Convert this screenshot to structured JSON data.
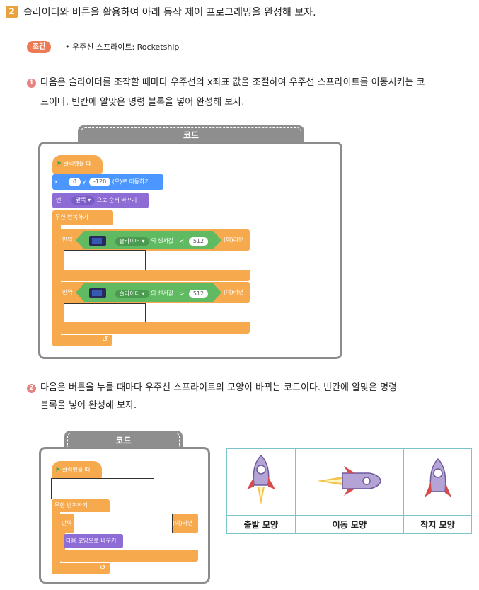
{
  "question": {
    "number": "2",
    "title": "슬라이더와 버튼을 활용하여 아래 동작 제어 프로그래밍을 완성해 보자."
  },
  "condition": {
    "tag": "조건",
    "text": "• 우주선 스프라이트: Rocketship"
  },
  "part1": {
    "number": "1",
    "line1": "다음은 슬라이더를 조작할 때마다 우주선의 x좌표 값을 조절하여 우주선 스프라이트를 이동시키는 코",
    "line2": "드이다. 빈칸에 알맞은 명령 블록을 넣어 완성해 보자.",
    "code_tab": "코드",
    "blocks": {
      "when_flag": "클릭했을 때",
      "goto_x_label": "x:",
      "goto_x_val": "0",
      "goto_y_label": "y:",
      "goto_y_val": "-120",
      "goto_suffix": "(으)로 이동하기",
      "layer_prefix": "맨",
      "layer_drop": "앞쪽 ▾",
      "layer_suffix": "으로 순서 바꾸기",
      "forever": "무한 반복하기",
      "if1_prefix": "만약",
      "if1_sensor": "슬라이더 ▾",
      "if1_mid": "의 센서값",
      "if1_op": "<",
      "if1_val": "512",
      "if1_suffix": "(이)라면",
      "if2_prefix": "만약",
      "if2_sensor": "슬라이더 ▾",
      "if2_mid": "의 센서값",
      "if2_op": ">",
      "if2_val": "512",
      "if2_suffix": "(이)라면",
      "repeat_arrow": "↺"
    }
  },
  "part2": {
    "number": "2",
    "line1": "다음은 버튼을 누를 때마다 우주선 스프라이트의 모양이 바뀌는 코드이다. 빈칸에 알맞은 명령",
    "line2": "블록을 넣어 완성해 보자.",
    "code_tab": "코드",
    "blocks": {
      "when_flag": "클릭했을 때",
      "forever": "무한 반복하기",
      "if_prefix": "만약",
      "if_suffix": "(이)라면",
      "next_costume": "다음 모양으로 바꾸기",
      "repeat_arrow": "↺"
    },
    "costumes": [
      "출발 모양",
      "이동 모양",
      "착지 모양"
    ]
  },
  "colors": {
    "event": "#f7a94e",
    "motion": "#4c97ff",
    "looks": "#8d6cd6",
    "sensor": "#5fba62",
    "panel_border": "#8c8c8c",
    "table_border": "#7cc3cc"
  }
}
